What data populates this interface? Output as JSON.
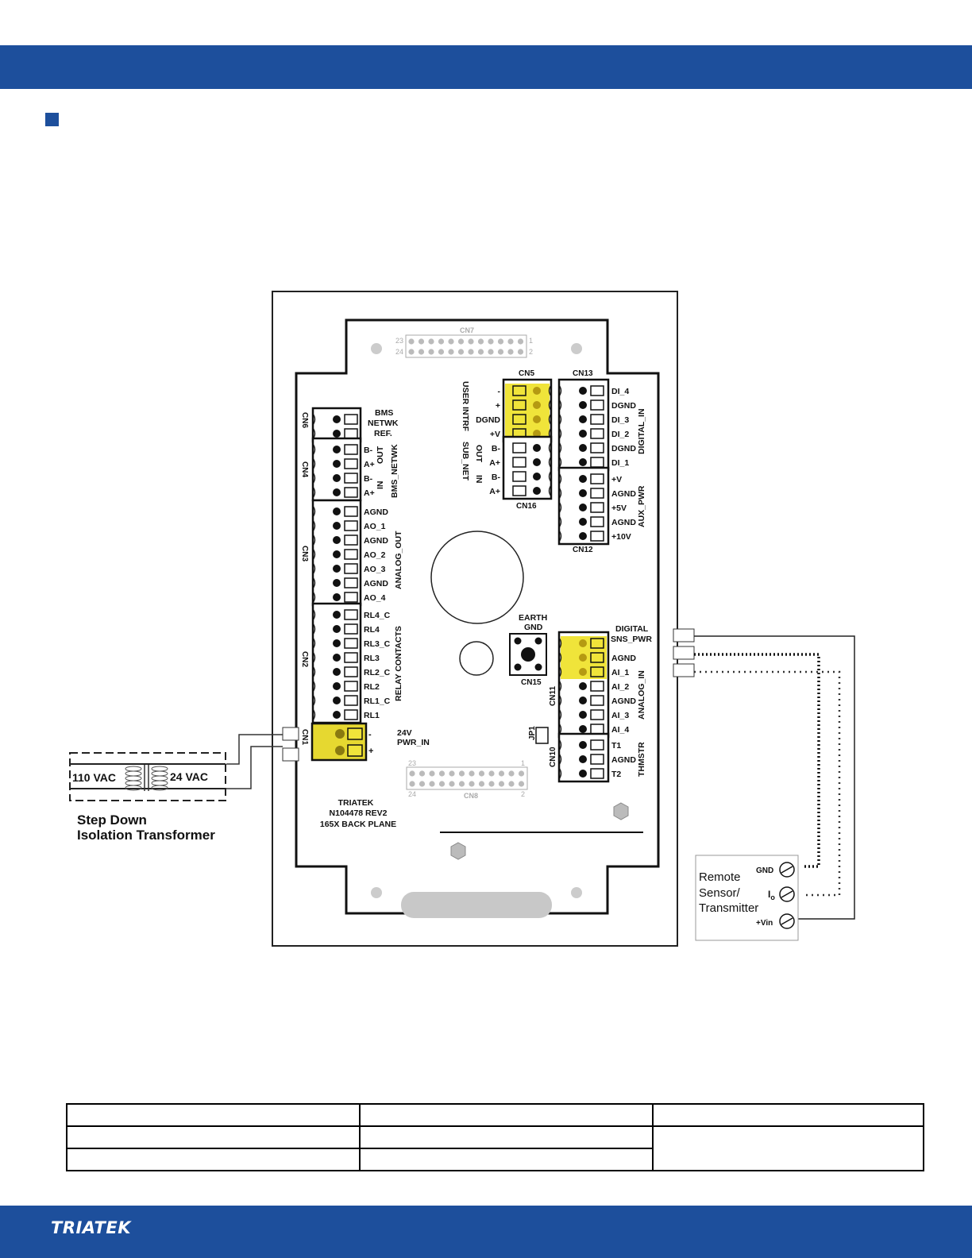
{
  "brand": {
    "name": "TRIATEK"
  },
  "board": {
    "connectors": {
      "cn7": "CN7",
      "cn5": "CN5",
      "cn13": "CN13",
      "cn6": "CN6",
      "cn4": "CN4",
      "cn3": "CN3",
      "cn2": "CN2",
      "cn1": "CN1",
      "cn16": "CN16",
      "cn12": "CN12",
      "cn15": "CN15",
      "cn11": "CN11",
      "cn10": "CN10",
      "cn8": "CN8",
      "jp1": "JP1"
    },
    "cn7_pins": {
      "p23": "23",
      "p24": "24",
      "p1": "1",
      "p2": "2"
    },
    "cn8_pins": {
      "p23": "23",
      "p24": "24",
      "p1": "1",
      "p2": "2"
    },
    "cn6_labels": [
      "BMS",
      "NETWK",
      "REF."
    ],
    "cn4_labels": [
      "B-",
      "A+",
      "B-",
      "A+"
    ],
    "cn4_side": {
      "out": "OUT",
      "in": "IN",
      "group": "BMS_NETWK"
    },
    "cn3_labels": [
      "AGND",
      "AO_1",
      "AGND",
      "AO_2",
      "AO_3",
      "AGND",
      "AO_4"
    ],
    "cn3_group": "ANALOG_OUT",
    "cn2_labels": [
      "RL4_C",
      "RL4",
      "RL3_C",
      "RL3",
      "RL2_C",
      "RL2",
      "RL1_C",
      "RL1"
    ],
    "cn2_group": "RELAY CONTACTS",
    "cn1_labels": [
      "-",
      "+"
    ],
    "pwr_in": [
      "24V",
      "PWR_IN"
    ],
    "cn5_labels": [
      "-",
      "+",
      "DGND",
      "+V"
    ],
    "cn5_group": "USER INTRF",
    "cn16_labels": [
      "B-",
      "A+",
      "B-",
      "A+"
    ],
    "cn16_side": {
      "out": "OUT",
      "in": "IN",
      "group": "SUB_NET"
    },
    "cn13_labels": [
      "DI_4",
      "DGND",
      "DI_3",
      "DI_2",
      "DGND",
      "DI_1"
    ],
    "cn13_group": "DIGITAL_IN",
    "cn12_labels": [
      "+V",
      "AGND",
      "+5V",
      "AGND",
      "+10V"
    ],
    "cn12_group": "AUX_PWR",
    "earth_gnd": [
      "EARTH",
      "GND"
    ],
    "cn11_header": [
      "DIGITAL",
      "SNS_PWR"
    ],
    "cn11_labels": [
      "AGND",
      "AI_1",
      "AI_2",
      "AGND",
      "AI_3",
      "AI_4"
    ],
    "cn11_group": "ANALOG_IN",
    "cn10_labels": [
      "T1",
      "AGND",
      "T2"
    ],
    "cn10_group": "THMSTR",
    "silkscreen": [
      "TRIATEK",
      "N104478 REV2",
      "165X BACK PLANE"
    ]
  },
  "transformer": {
    "primary": "110 VAC",
    "secondary": "24 VAC",
    "caption": [
      "Step Down",
      "Isolation Transformer"
    ]
  },
  "sensor": {
    "label": [
      "Remote",
      "Sensor/",
      "Transmitter"
    ],
    "terminals": {
      "gnd": "GND",
      "io_main": "I",
      "io_sub": "o",
      "vin": "+Vin"
    }
  },
  "colors": {
    "brand_blue": "#1d4f9c",
    "terminal_yellow": "#f0e43a",
    "connector_yellow": "#e6d830"
  }
}
